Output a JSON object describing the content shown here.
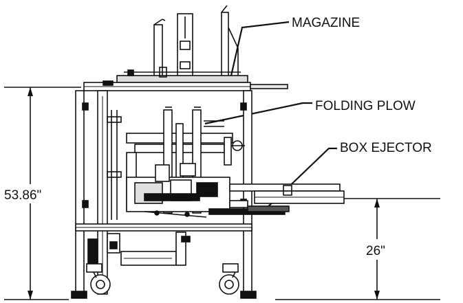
{
  "callouts": {
    "magazine": "MAGAZINE",
    "folding_plow": "FOLDING PLOW",
    "box_ejector": "BOX EJECTOR"
  },
  "dimensions": {
    "overall_height": "53.86\"",
    "conveyor_height": "26\""
  },
  "colors": {
    "line": "#111111",
    "background": "#ffffff"
  }
}
